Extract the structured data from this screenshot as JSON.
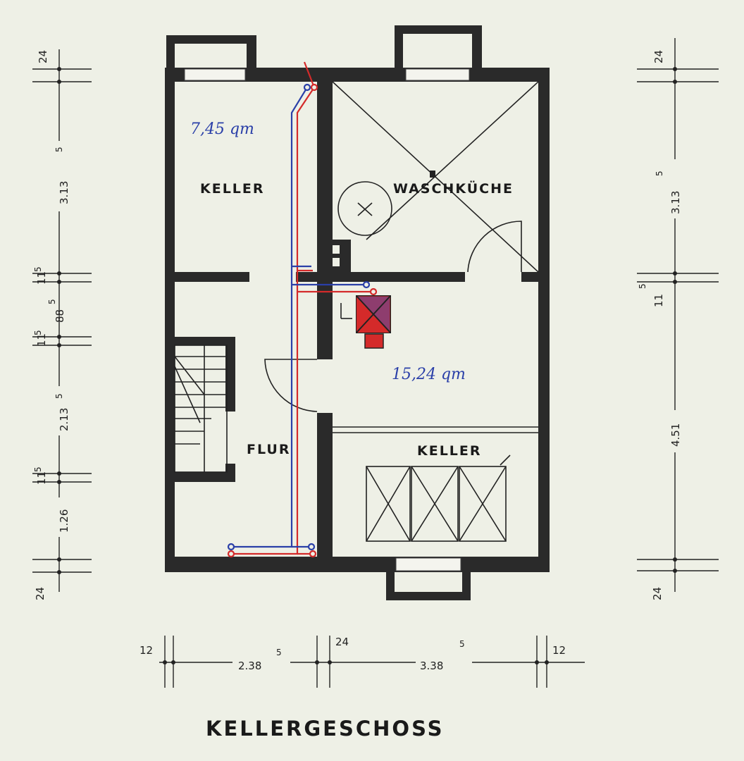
{
  "title": "KELLERGESCHOSS",
  "rooms": {
    "keller_top": "KELLER",
    "waschkueche": "WASCHKÜCHE",
    "flur": "FLUR",
    "keller_bottom": "KELLER"
  },
  "areas": {
    "keller_top": "7,45 qm",
    "main": "15,24 qm"
  },
  "dims_left": {
    "d1": "24",
    "d2": "3.13",
    "d2_sup": "5",
    "d3": "11",
    "d3_sup": "5",
    "d4": "88",
    "d4_sup": "5",
    "d5": "11",
    "d5_sup": "5",
    "d6": "2.13",
    "d6_sup": "5",
    "d7": "11",
    "d7_sup": "5",
    "d8": "1.26",
    "d9": "24"
  },
  "dims_right": {
    "d1": "24",
    "d2": "3.13",
    "d2_sup": "5",
    "d3": "11",
    "d3_sup": "5",
    "d4": "4.51",
    "d5": "24"
  },
  "dims_bottom": {
    "d1": "12",
    "d2": "2.38",
    "d2_sup": "5",
    "d3": "24",
    "d4": "3.38",
    "d4_sup": "5",
    "d5": "12"
  },
  "colors": {
    "wall": "#2a2a2a",
    "pipe_blue": "#2a3fa8",
    "pipe_red": "#d42a2a",
    "paper": "#eef0e6"
  }
}
